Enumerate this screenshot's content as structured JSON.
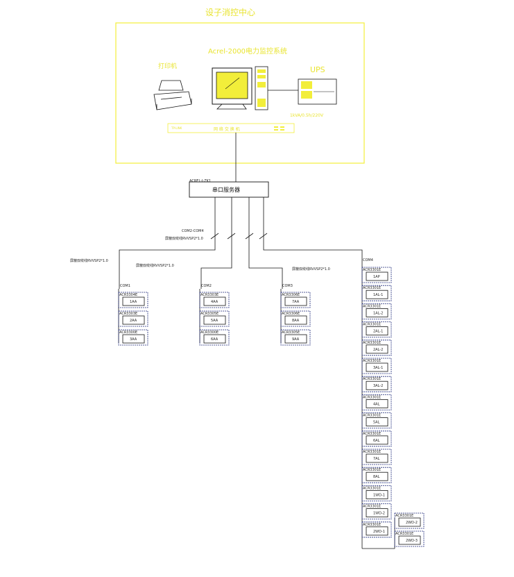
{
  "center": {
    "title": "设子消控中心",
    "system_name": "Acrel-2000电力监控系统",
    "printer_label": "打印机",
    "ups_label": "UPS",
    "ups_note": "1kVA/0.5h/220V",
    "switch_label": "TP-LINK",
    "switch_text": "网 络 交 换 机"
  },
  "server": {
    "tag": "ACREL-I-ZK1",
    "label": "串口服务器"
  },
  "bus": {
    "protocol": "COM2-COM4",
    "cable": "屏蔽双绞线RVVSP2*1.0"
  },
  "branches": [
    {
      "cable": "屏蔽双绞线RVVSP2*1.0",
      "port": "COM1",
      "meters": [
        {
          "model": "ACR3304E",
          "tag": "1AA"
        },
        {
          "model": "ACR3303E",
          "tag": "2AA"
        },
        {
          "model": "ACR3300E",
          "tag": "3AA"
        }
      ]
    },
    {
      "cable": "屏蔽双绞线RVVSP2*1.0",
      "port": "COM2",
      "meters": [
        {
          "model": "ACR3303E",
          "tag": "4AA"
        },
        {
          "model": "ACR3305E",
          "tag": "5AA"
        },
        {
          "model": "ACR3300E",
          "tag": "6AA"
        }
      ]
    },
    {
      "cable": "屏蔽双绞线RVVSP2*1.0",
      "port": "COM3",
      "meters": [
        {
          "model": "ACR3306E",
          "tag": "7AA"
        },
        {
          "model": "ACR3306E",
          "tag": "8AA"
        },
        {
          "model": "ACR3305E",
          "tag": "9AA"
        }
      ]
    },
    {
      "port": "COM4",
      "meters": [
        {
          "model": "ACR3301E",
          "tag": "1AP"
        },
        {
          "model": "ACR3301E",
          "tag": "1AL-1"
        },
        {
          "model": "ACR3301E",
          "tag": "1AL-2"
        },
        {
          "model": "ACR3301E",
          "tag": "2AL-1"
        },
        {
          "model": "ACR3301E",
          "tag": "2AL-2"
        },
        {
          "model": "ACR3301E",
          "tag": "3AL-1"
        },
        {
          "model": "ACR3301E",
          "tag": "3AL-2"
        },
        {
          "model": "ACR3301E",
          "tag": "4AL"
        },
        {
          "model": "ACR3301E",
          "tag": "5AL"
        },
        {
          "model": "ACR3301E",
          "tag": "6AL"
        },
        {
          "model": "ACR3301E",
          "tag": "7AL"
        },
        {
          "model": "ACR3301E",
          "tag": "8AL"
        },
        {
          "model": "ACR3301E",
          "tag": "1WD-1"
        },
        {
          "model": "ACR3301E",
          "tag": "1WD-2"
        },
        {
          "model": "ACR3301E",
          "tag": "2WD-1"
        }
      ],
      "side_meters": [
        {
          "model": "ACR3301E",
          "tag": "2WD-2"
        },
        {
          "model": "ACR3301E",
          "tag": "2WD-3"
        }
      ]
    }
  ]
}
